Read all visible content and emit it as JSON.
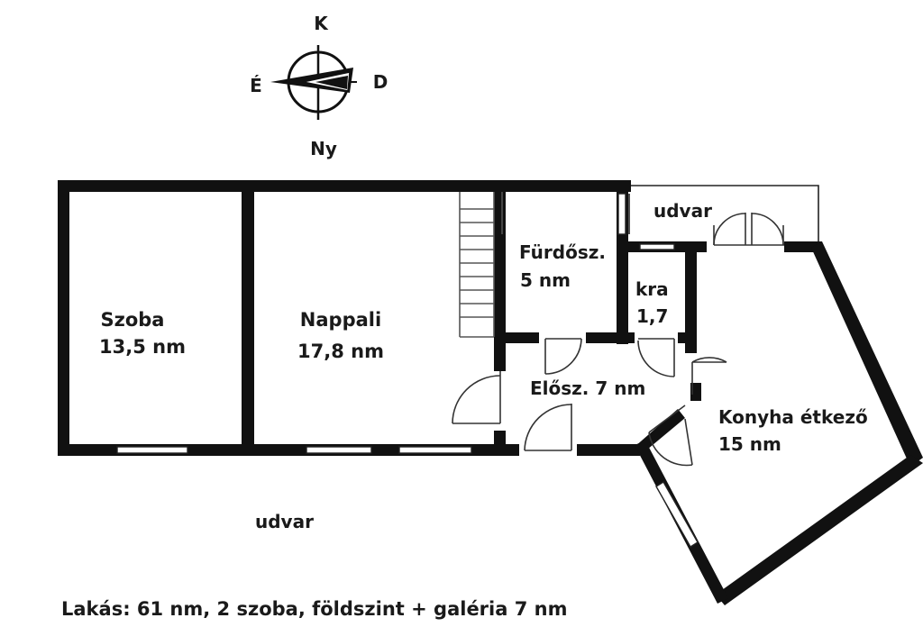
{
  "compass": {
    "north": "K",
    "west": "É",
    "east": "D",
    "south": "Ny"
  },
  "rooms": {
    "szoba": {
      "name": "Szoba",
      "area": "13,5 nm"
    },
    "nappali": {
      "name": "Nappali",
      "area": "17,8 nm"
    },
    "furdo": {
      "name": "Fürdősz.",
      "area": "5 nm"
    },
    "kamra": {
      "name": "kra",
      "area": "1,7"
    },
    "eloszoba": {
      "label": "Elősz. 7 nm"
    },
    "konyha": {
      "name": "Konyha étkező",
      "area": "15 nm"
    }
  },
  "outside": {
    "yard_top": "udvar",
    "yard_bottom": "udvar"
  },
  "summary": "Lakás: 61 nm, 2 szoba, földszint + galéria 7 nm"
}
